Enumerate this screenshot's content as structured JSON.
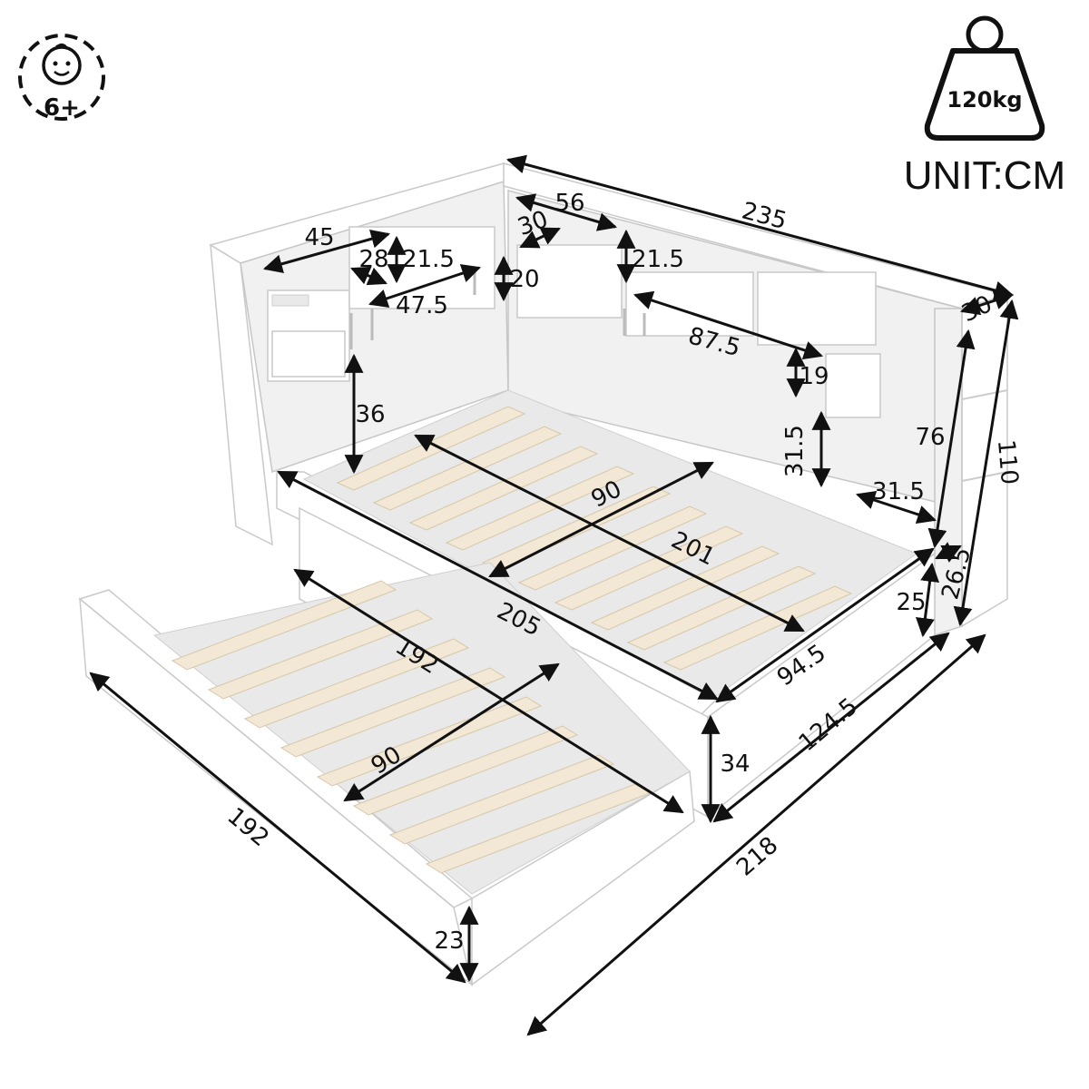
{
  "badges": {
    "age": {
      "label": "6+",
      "icon": "baby-face-icon"
    },
    "weight": {
      "label": "120kg",
      "icon": "weight-icon"
    },
    "unit": "UNIT:CM"
  },
  "dimensions": {
    "total_length": "235",
    "shelf_left_width": "45",
    "shelf_left_depth": "28",
    "shelf_left_height": "21.5",
    "shelf_left_inner_width": "47.5",
    "shelf_left_inner_height": "20",
    "shelf_back_width": "56",
    "shelf_back_depth": "30",
    "shelf_back_height": "21.5",
    "shelf_back_long": "87.5",
    "shelf_back_low": "19",
    "side_depth": "30",
    "side_height_upper": "76",
    "side_height_total": "110",
    "side_lower": "26.5",
    "leg_height": "25",
    "under_shelf": "36",
    "bed_inner_width": "90",
    "bed_inner_length": "201",
    "bed_outer_length": "205",
    "bed_outer_width": "94.5",
    "cabinet_height": "31.5",
    "cabinet_width": "31.5",
    "trundle_inner_length": "192",
    "trundle_inner_width": "90",
    "trundle_outer_length": "192",
    "trundle_height": "23",
    "frame_height": "34",
    "extended_width": "124.5",
    "overall_width": "218"
  },
  "colors": {
    "ink": "#111111",
    "furniture": "#ffffff",
    "wood": "#f2e8d5"
  }
}
